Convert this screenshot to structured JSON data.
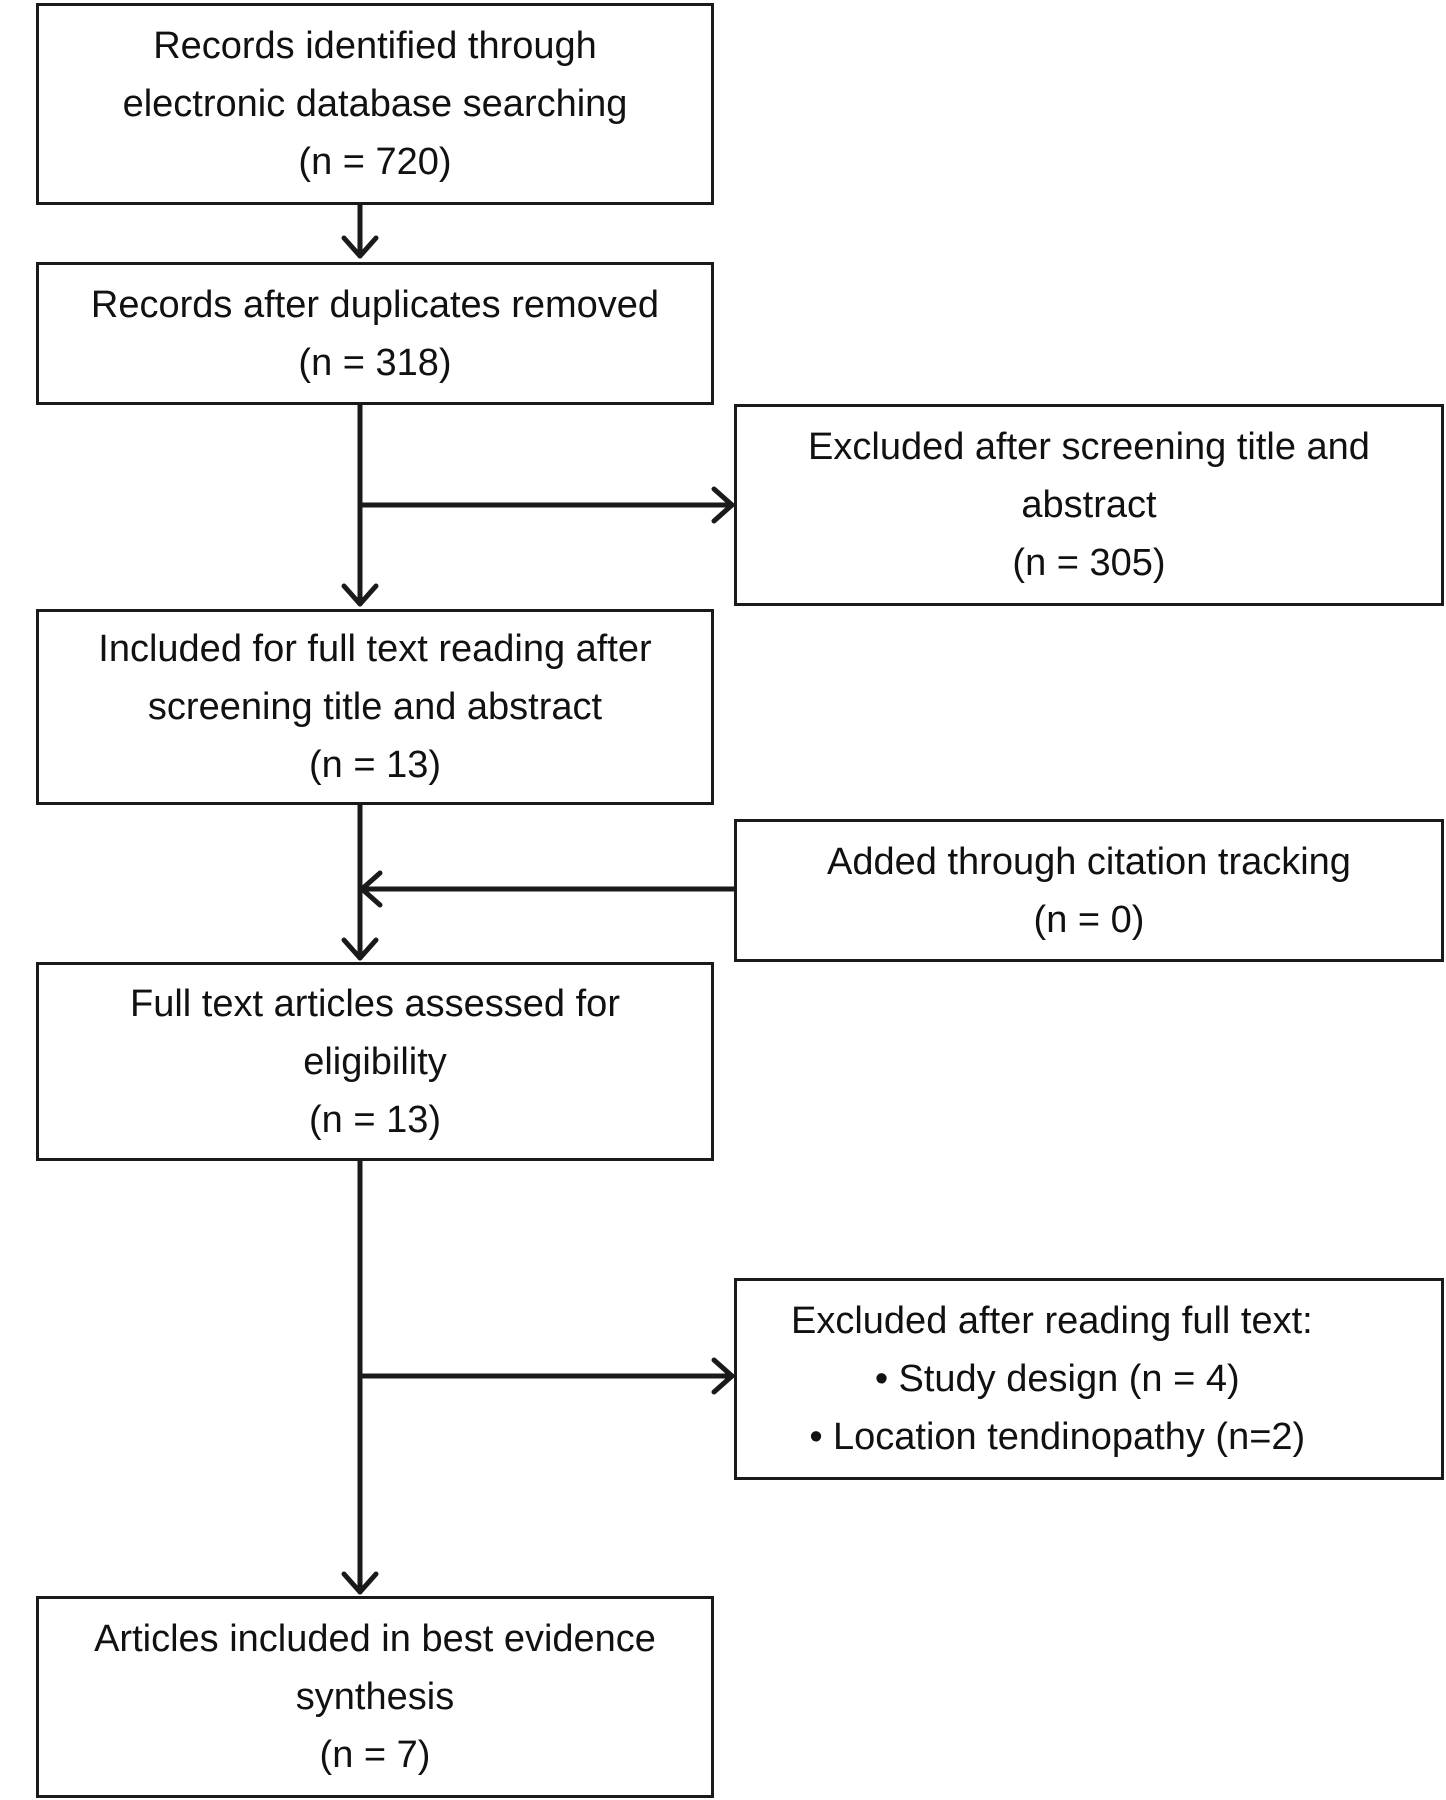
{
  "boxes": {
    "identified": {
      "lines": [
        "Records identified through",
        "electronic database searching"
      ],
      "count": "(n = 720)"
    },
    "deduplicated": {
      "lines": [
        "Records after duplicates removed"
      ],
      "count": "(n = 318)"
    },
    "excluded_screening": {
      "lines": [
        "Excluded after screening title and",
        "abstract"
      ],
      "count": "(n = 305)"
    },
    "included_fulltext": {
      "lines": [
        "Included for full text reading after",
        "screening title and abstract"
      ],
      "count": "(n = 13)"
    },
    "citation_tracking": {
      "lines": [
        "Added through citation tracking"
      ],
      "count": "(n = 0)"
    },
    "assessed": {
      "lines": [
        "Full text articles assessed for",
        "eligibility"
      ],
      "count": "(n = 13)"
    },
    "excluded_fulltext": {
      "heading": "Excluded after reading full text:",
      "items": [
        "Study design (n = 4)",
        "Location tendinopathy (n=2)"
      ]
    },
    "included_synthesis": {
      "lines": [
        "Articles included in best evidence",
        "synthesis"
      ],
      "count": "(n = 7)"
    }
  },
  "colors": {
    "stroke": "#1a1a1a",
    "background": "#ffffff"
  }
}
